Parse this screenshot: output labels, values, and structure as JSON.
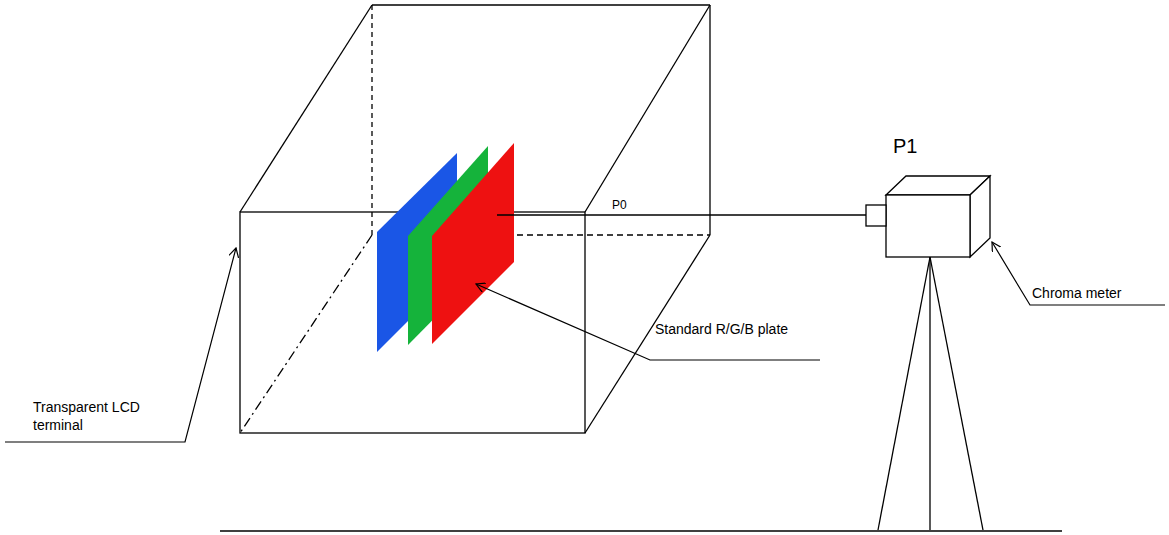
{
  "diagram": {
    "labels": [
      "P1",
      "P0",
      "Transparent LCD terminal",
      "Standard R/G/B plate",
      "Chroma meter"
    ]
  }
}
